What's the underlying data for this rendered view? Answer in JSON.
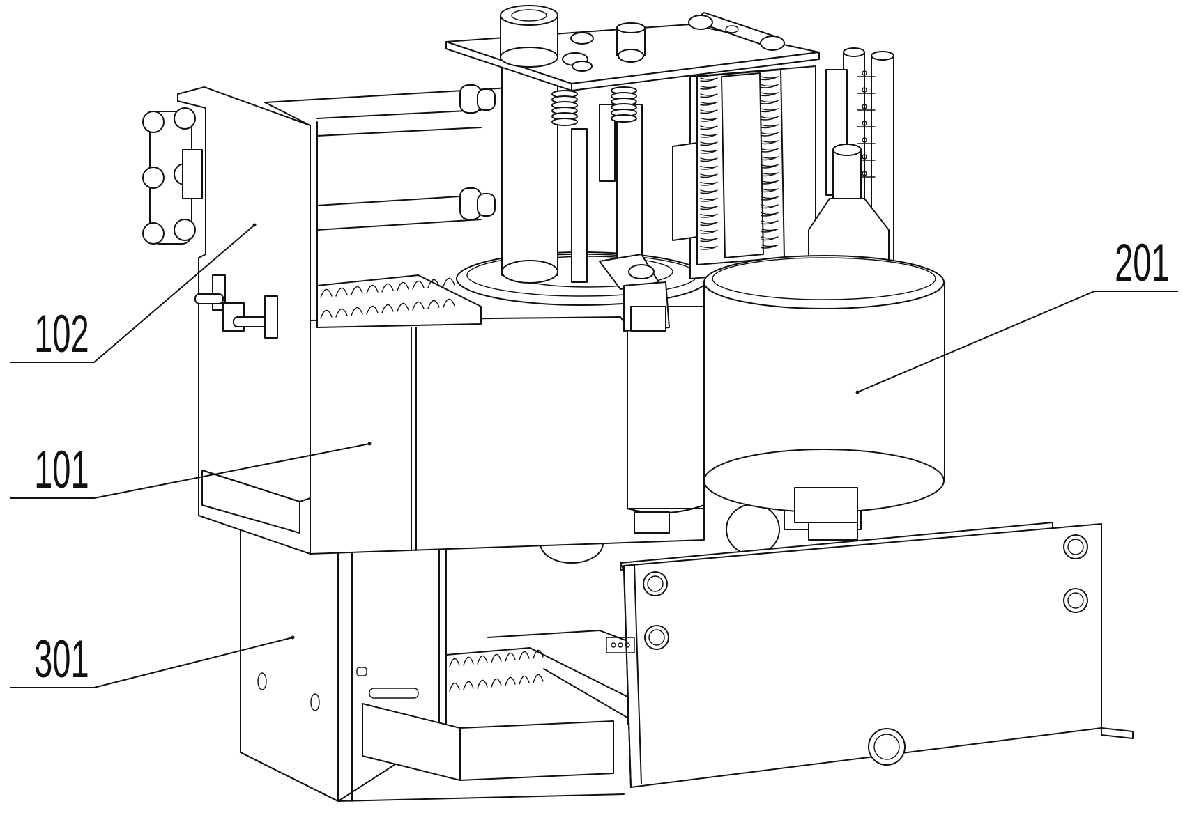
{
  "figure": {
    "labels": [
      {
        "id": "label-102",
        "text": "102"
      },
      {
        "id": "label-201",
        "text": "201"
      },
      {
        "id": "label-101",
        "text": "101"
      },
      {
        "id": "label-301",
        "text": "301"
      }
    ],
    "colors": {
      "stroke": "#111111",
      "background": "#ffffff"
    }
  }
}
